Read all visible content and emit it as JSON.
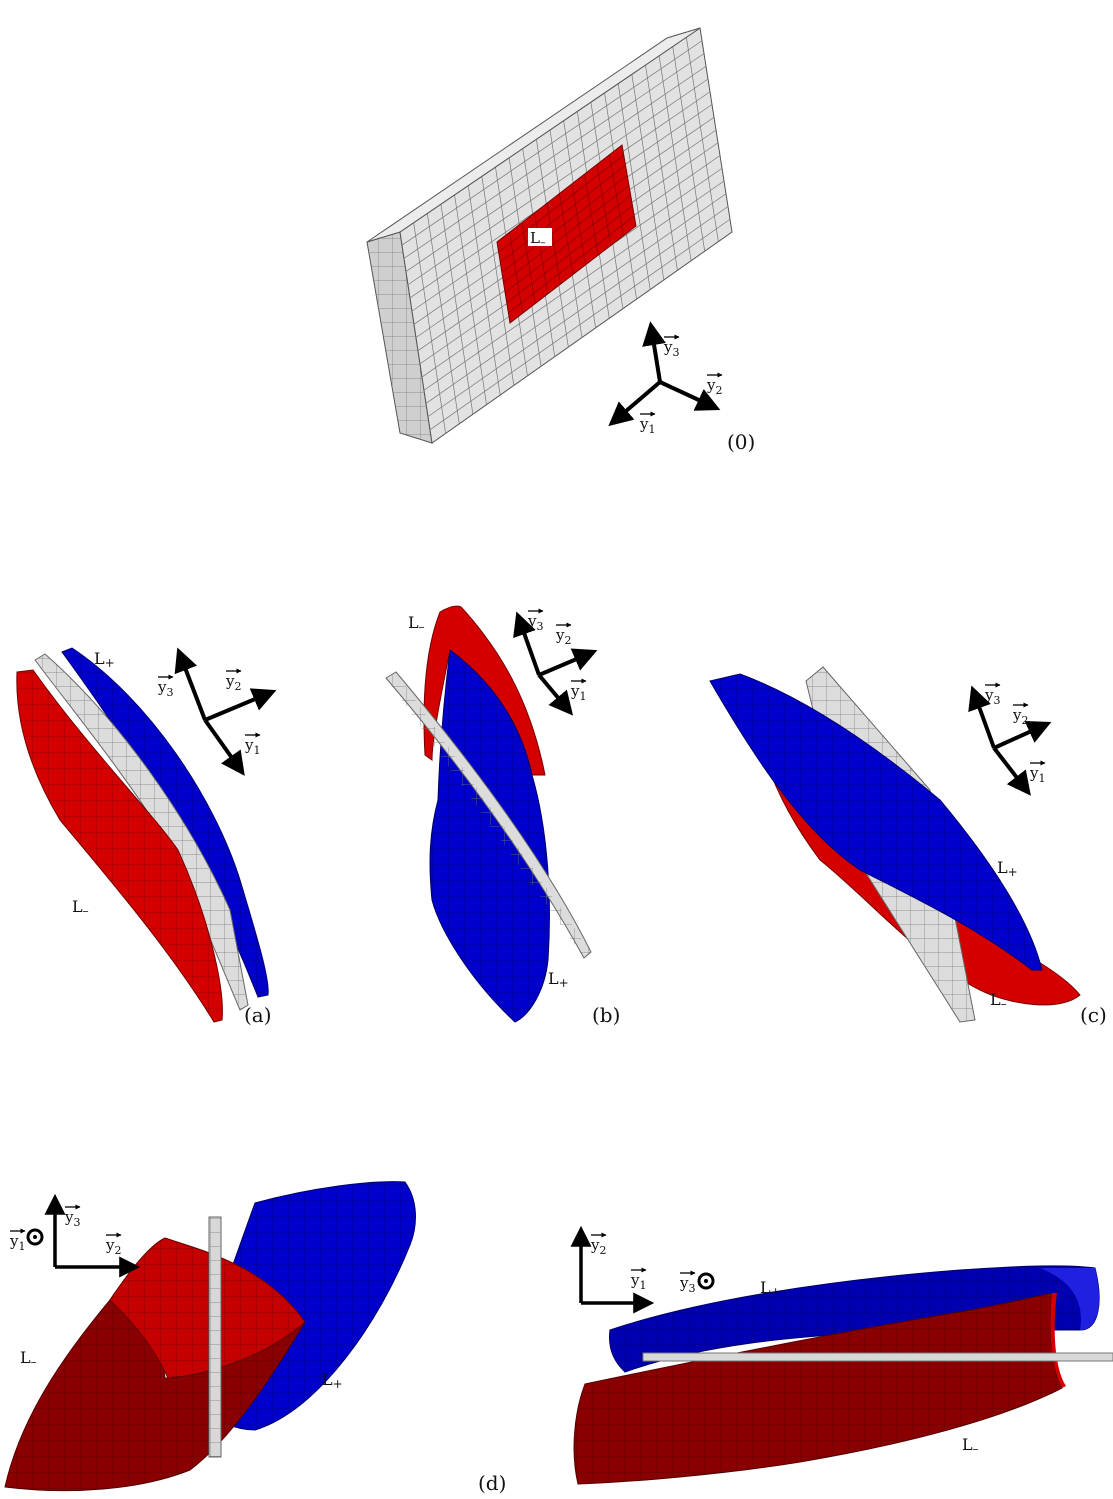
{
  "colors": {
    "red": "#d40000",
    "darkred": "#7a0000",
    "blue": "#0000cc",
    "darkblue": "#00008a",
    "plate": "#dcdcdc",
    "mesh": "#6e6e6e"
  },
  "captions": {
    "p0": "(0)",
    "pa": "(a)",
    "pb": "(b)",
    "pc": "(c)",
    "pd": "(d)"
  },
  "layers": {
    "minus": "L",
    "minus_sub": "–",
    "plus": "L",
    "plus_sub": "+"
  },
  "axes": {
    "y": "y",
    "s1": "1",
    "s2": "2",
    "s3": "3"
  }
}
